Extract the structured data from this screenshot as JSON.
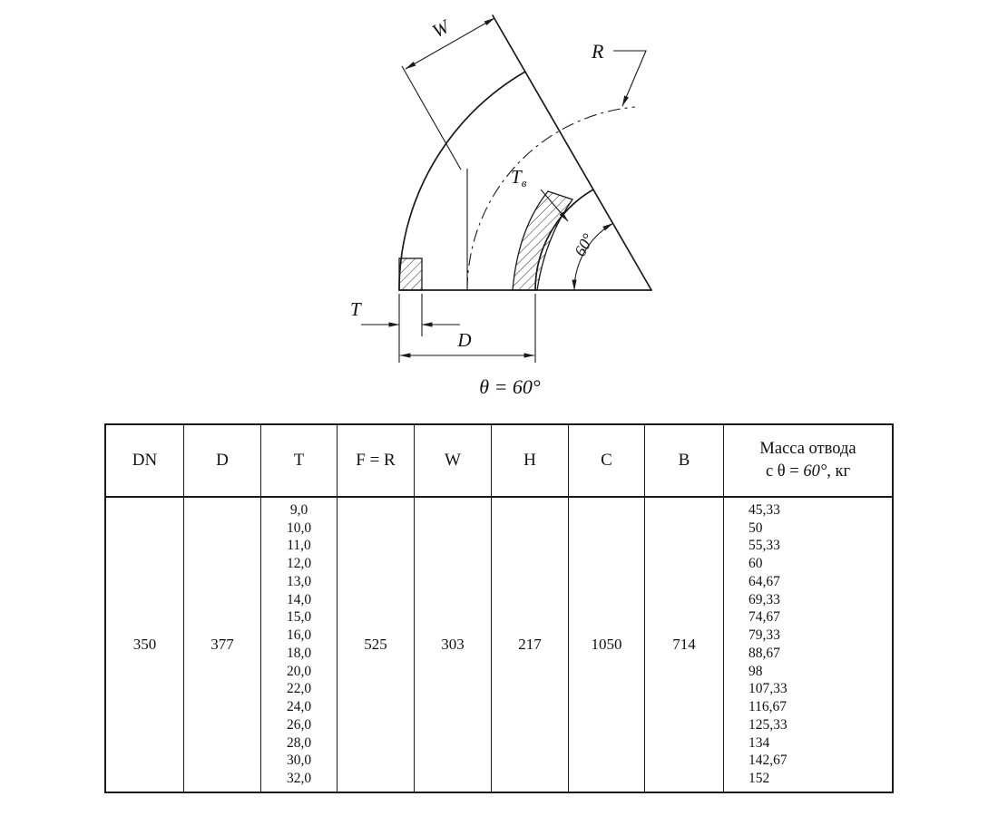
{
  "drawing": {
    "dim_w": "W",
    "dim_r": "R",
    "dim_tb_main": "T",
    "dim_tb_sub": "в",
    "dim_t": "T",
    "dim_d": "D",
    "angle_label": "60°",
    "theta_caption": "θ = 60°"
  },
  "table": {
    "headers": {
      "dn": "DN",
      "d": "D",
      "t": "T",
      "fr": "F = R",
      "w": "W",
      "h": "H",
      "c": "C",
      "b": "B",
      "mass_line1": "Масса отвода",
      "mass_prefix": "с θ = ",
      "mass_angle": "60°",
      "mass_suffix": ", кг"
    },
    "row": {
      "dn": "350",
      "d": "377",
      "fr": "525",
      "w": "303",
      "h": "217",
      "c": "1050",
      "b": "714",
      "t_values": [
        "9,0",
        "10,0",
        "11,0",
        "12,0",
        "13,0",
        "14,0",
        "15,0",
        "16,0",
        "18,0",
        "20,0",
        "22,0",
        "24,0",
        "26,0",
        "28,0",
        "30,0",
        "32,0"
      ],
      "mass_values": [
        "45,33",
        "50",
        "55,33",
        "60",
        "64,67",
        "69,33",
        "74,67",
        "79,33",
        "88,67",
        "98",
        "107,33",
        "116,67",
        "125,33",
        "134",
        "142,67",
        "152"
      ]
    }
  }
}
